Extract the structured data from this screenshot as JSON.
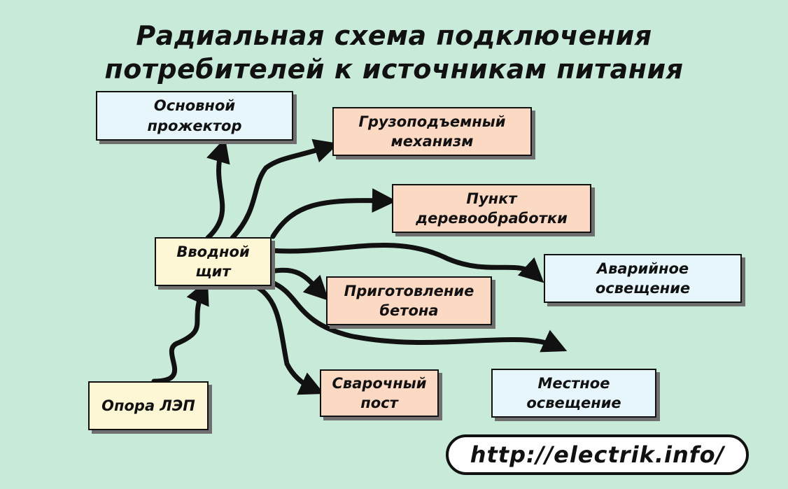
{
  "title": {
    "line1": "Радиальная схема подключения",
    "line2": "потребителей к источникам питания"
  },
  "nodes": {
    "main_spotlight": "Основной\nпрожектор",
    "crane": "Грузоподъемный\nмеханизм",
    "woodworking": "Пункт\nдеревообработки",
    "emergency_light": "Аварийное\nосвещение",
    "switchboard": "Вводной\nщит",
    "concrete": "Приготовление\nбетона",
    "local_light": "Местное\nосвещение",
    "welding": "Сварочный\nпост",
    "power_pole": "Опора ЛЭП"
  },
  "edges": [
    {
      "from": "power_pole",
      "to": "switchboard"
    },
    {
      "from": "switchboard",
      "to": "main_spotlight"
    },
    {
      "from": "switchboard",
      "to": "crane"
    },
    {
      "from": "switchboard",
      "to": "woodworking"
    },
    {
      "from": "switchboard",
      "to": "emergency_light"
    },
    {
      "from": "switchboard",
      "to": "concrete"
    },
    {
      "from": "switchboard",
      "to": "local_light"
    },
    {
      "from": "switchboard",
      "to": "welding"
    }
  ],
  "colors": {
    "background": "#c8ead8",
    "box_blue": "#e6f6fb",
    "box_peach": "#fbd9c2",
    "box_cream": "#fdf7d6",
    "line": "#111111"
  },
  "footer": {
    "url": "http://electrik.info/"
  }
}
